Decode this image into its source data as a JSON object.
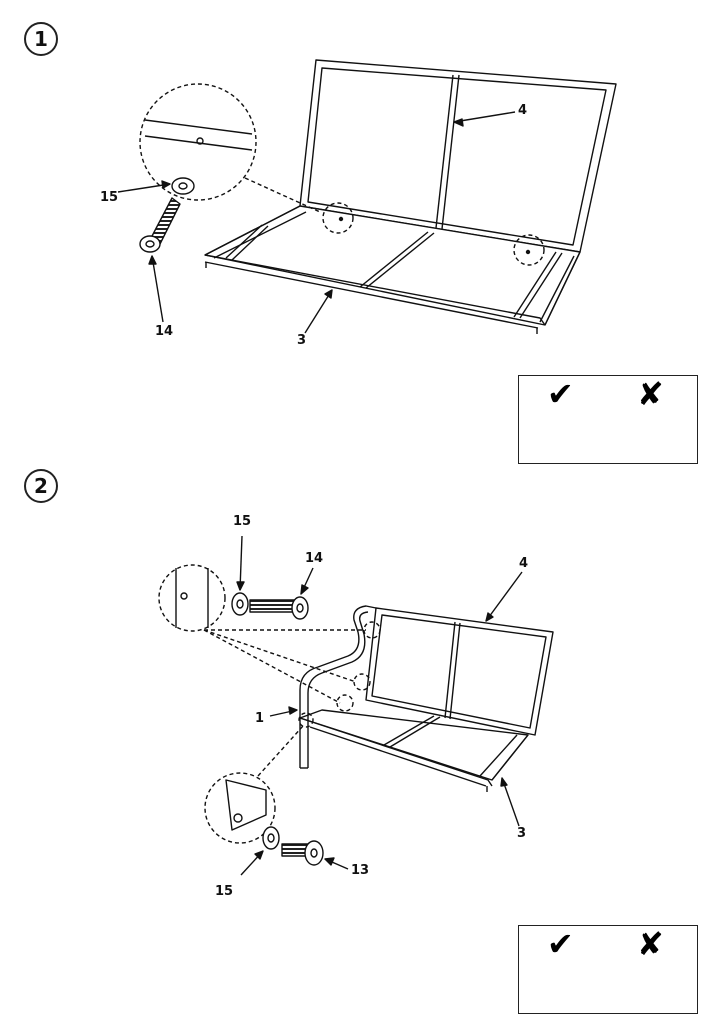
{
  "steps": [
    {
      "number": "1",
      "callouts": {
        "washer": "15",
        "bolt": "14",
        "frame": "3",
        "backrest": "4"
      },
      "legend": {
        "correct_symbol": "✔",
        "incorrect_symbol": "✘"
      }
    },
    {
      "number": "2",
      "callouts": {
        "washer_top": "15",
        "bolt_top": "14",
        "backrest": "4",
        "armrest": "1",
        "frame": "3",
        "washer_bottom": "15",
        "bolt_bottom": "13"
      },
      "legend": {
        "correct_symbol": "✔",
        "incorrect_symbol": "✘"
      }
    }
  ]
}
